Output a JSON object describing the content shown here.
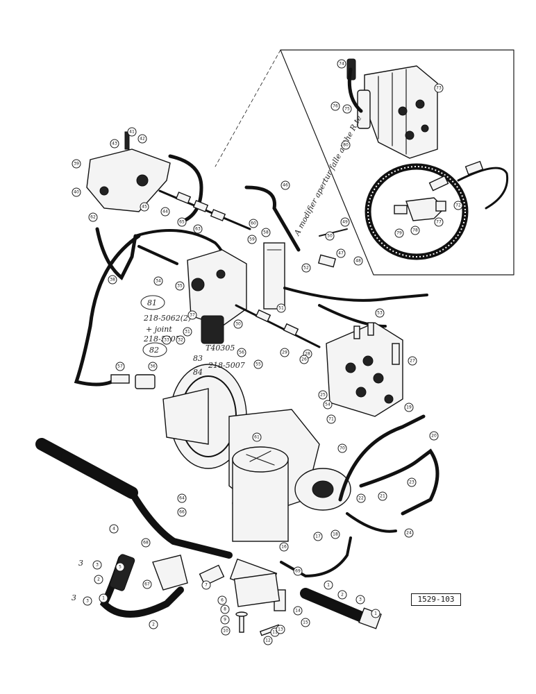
{
  "plate_number": "1529-103",
  "handwritten_notes": {
    "inset_note": "A modifier apertur falle at the R.te",
    "note_81": "81",
    "note_218_5062": "218-5062(2)",
    "note_joint": "+ joint",
    "note_218_5007a": "218-5007",
    "note_82": "82",
    "note_83_label": "83",
    "note_t40305": "T40305",
    "note_84_label": "84",
    "note_218_5007b": "218-5007",
    "note_3_upper": "3",
    "note_3_lower": "3"
  },
  "callouts": [
    {
      "id": "c74",
      "label": "74"
    },
    {
      "id": "c73",
      "label": "73"
    },
    {
      "id": "c75",
      "label": "75"
    },
    {
      "id": "c76",
      "label": "76"
    },
    {
      "id": "c80",
      "label": "80"
    },
    {
      "id": "c72",
      "label": "72"
    },
    {
      "id": "c77",
      "label": "77"
    },
    {
      "id": "c78",
      "label": "78"
    },
    {
      "id": "c79",
      "label": "79"
    },
    {
      "id": "c41",
      "label": "41"
    },
    {
      "id": "c42",
      "label": "42"
    },
    {
      "id": "c43",
      "label": "43"
    },
    {
      "id": "c39",
      "label": "39"
    },
    {
      "id": "c40",
      "label": "40"
    },
    {
      "id": "c45",
      "label": "45"
    },
    {
      "id": "c46",
      "label": "46"
    },
    {
      "id": "c44",
      "label": "44"
    },
    {
      "id": "c65",
      "label": "65"
    },
    {
      "id": "c63",
      "label": "63"
    },
    {
      "id": "c60",
      "label": "60"
    },
    {
      "id": "c59",
      "label": "59"
    },
    {
      "id": "c58",
      "label": "58"
    },
    {
      "id": "c49",
      "label": "49"
    },
    {
      "id": "c50",
      "label": "50"
    },
    {
      "id": "c47",
      "label": "47"
    },
    {
      "id": "c48",
      "label": "48"
    },
    {
      "id": "c62",
      "label": "62"
    },
    {
      "id": "c38",
      "label": "38"
    },
    {
      "id": "c34",
      "label": "34"
    },
    {
      "id": "c35",
      "label": "35"
    },
    {
      "id": "c37",
      "label": "37"
    },
    {
      "id": "c52",
      "label": "52"
    },
    {
      "id": "c51",
      "label": "51"
    },
    {
      "id": "c53",
      "label": "53"
    },
    {
      "id": "c36",
      "label": "36"
    },
    {
      "id": "c27",
      "label": "27"
    },
    {
      "id": "c30",
      "label": "30"
    },
    {
      "id": "c33",
      "label": "33"
    },
    {
      "id": "c32",
      "label": "32"
    },
    {
      "id": "c31",
      "label": "31"
    },
    {
      "id": "c29",
      "label": "29"
    },
    {
      "id": "c28",
      "label": "28"
    },
    {
      "id": "c26",
      "label": "26"
    },
    {
      "id": "c25",
      "label": "25"
    },
    {
      "id": "c57",
      "label": "57"
    },
    {
      "id": "c56",
      "label": "56"
    },
    {
      "id": "c55",
      "label": "55"
    },
    {
      "id": "c54",
      "label": "54"
    },
    {
      "id": "c21",
      "label": "21"
    },
    {
      "id": "c22",
      "label": "22"
    },
    {
      "id": "c23",
      "label": "23"
    },
    {
      "id": "c24",
      "label": "24"
    },
    {
      "id": "c20",
      "label": "20"
    },
    {
      "id": "c19",
      "label": "19"
    },
    {
      "id": "c18",
      "label": "18"
    },
    {
      "id": "c17",
      "label": "17"
    },
    {
      "id": "c16",
      "label": "16"
    },
    {
      "id": "c64",
      "label": "64"
    },
    {
      "id": "c66",
      "label": "66"
    },
    {
      "id": "c67",
      "label": "67"
    },
    {
      "id": "c68",
      "label": "68"
    },
    {
      "id": "c71",
      "label": "71"
    },
    {
      "id": "c70",
      "label": "70"
    },
    {
      "id": "c61",
      "label": "61"
    },
    {
      "id": "c4",
      "label": "4"
    },
    {
      "id": "c5",
      "label": "5"
    },
    {
      "id": "c3",
      "label": "3"
    },
    {
      "id": "c2",
      "label": "2"
    },
    {
      "id": "c1",
      "label": "1"
    },
    {
      "id": "c6",
      "label": "6"
    },
    {
      "id": "c7",
      "label": "7"
    },
    {
      "id": "c8",
      "label": "8"
    },
    {
      "id": "c9",
      "label": "9"
    },
    {
      "id": "c10",
      "label": "10"
    },
    {
      "id": "c11",
      "label": "11"
    },
    {
      "id": "c12",
      "label": "12"
    },
    {
      "id": "c13",
      "label": "13"
    },
    {
      "id": "c14",
      "label": "14"
    },
    {
      "id": "c15",
      "label": "15"
    },
    {
      "id": "c69",
      "label": "69"
    },
    {
      "id": "c1b",
      "label": "1"
    },
    {
      "id": "c2b",
      "label": "2"
    },
    {
      "id": "c3b",
      "label": "3"
    },
    {
      "id": "c1c",
      "label": "1"
    },
    {
      "id": "c2c",
      "label": "2"
    },
    {
      "id": "c3c",
      "label": "3"
    }
  ]
}
